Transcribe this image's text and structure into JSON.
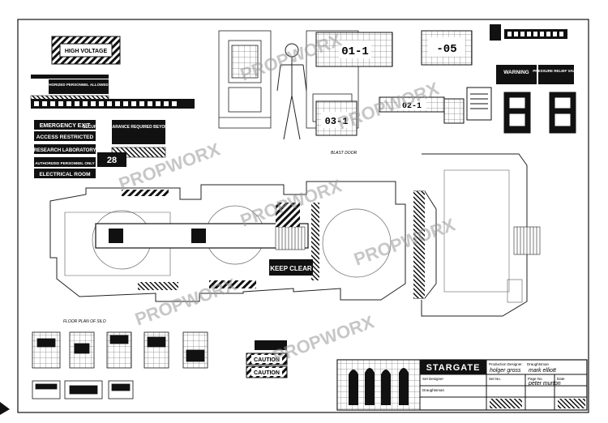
{
  "sheet": {
    "watermark": "PROPWORX"
  },
  "signs": {
    "high_voltage": "HIGH VOLTAGE",
    "no_unauthorized": "NO UNAUTHORIZED PERSONNEL ALLOWED ON LEVEL",
    "emergency_exit": "EMERGENCY EXIT",
    "access_restricted": "ACCESS RESTRICTED",
    "research_laboratory": "RESEARCH LABORATORY",
    "authorized_only": "AUTHORIZED PERSONNEL ONLY",
    "electrical_room": "ELECTRICAL ROOM",
    "security_clearance": "SECURITY CLEARANCE REQUIRED BEYOND THIS POINT",
    "keep_clear": "KEEP CLEAR",
    "caution": "CAUTION",
    "warning": "WARNING",
    "pressure_relief": "PRESSURE RELIEF VALVE",
    "level_code": "28"
  },
  "level_plates": {
    "plate_a": "01-1",
    "plate_b": "-05",
    "plate_c": "03-1",
    "plate_d": "02-1"
  },
  "labels": {
    "blast_door": "BLAST DOOR",
    "floor_plan": "FLOOR PLAN OF SILO"
  },
  "title_block": {
    "logo": "STARGATE",
    "production_designer_label": "Production Designer",
    "production_designer": "holger gross",
    "set_designer_label": "Set Designer",
    "set_number_label": "Set No.",
    "page_number_label": "Page No.",
    "date_label": "Date",
    "draughtsman_label": "Draughtsman",
    "draughtsman_1": "mark elliott",
    "draughtsman_2": "peter murton"
  }
}
